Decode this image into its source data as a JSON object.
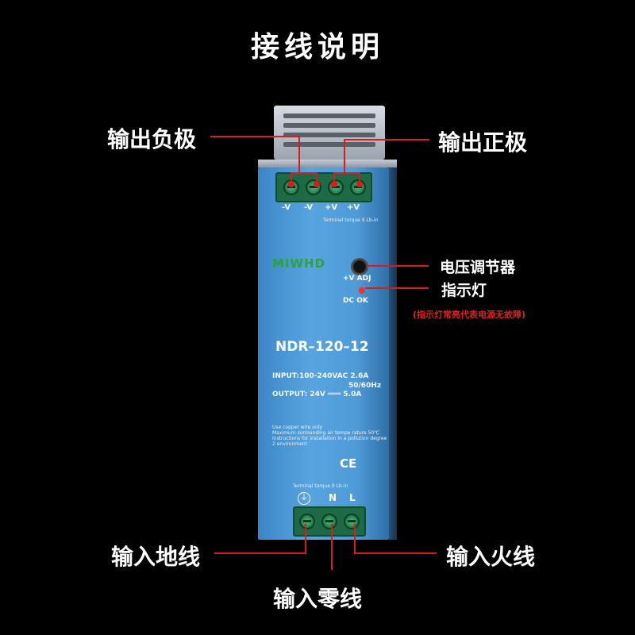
{
  "title": "接线说明",
  "labels": {
    "output_negative": "输出负极",
    "output_positive": "输出正极",
    "voltage_adjust": "电压调节器",
    "indicator": "指示灯",
    "indicator_note": "(指示灯常亮代表电源无故障)",
    "input_ground": "输入地线",
    "input_neutral": "输入零线",
    "input_live": "输入火线"
  },
  "device": {
    "brand": "MIWHD",
    "model": "NDR–120–12",
    "output_terminals": [
      "-V",
      "-V",
      "+V",
      "+V"
    ],
    "terminal_torque_top": "Terminal torque 9 Lb-in",
    "adj_label": "+V ADJ",
    "led_label": "DC OK",
    "input_spec": "INPUT:100-240VAC  2.6A",
    "input_freq": "50/60Hz",
    "output_spec": "OUTPUT:   24V  ═══  5.0A",
    "warning_lines": [
      "Use copper wire only",
      "Maximum surrounding air tempe rature 50℃",
      "Instructions for installation in a pollution degree",
      "2 environment"
    ],
    "ce_mark": "CE",
    "terminal_torque_bottom": "Terminal torque 9 Lb-in",
    "input_terminal_n": "N",
    "input_terminal_l": "L",
    "ground_symbol": "⏚"
  },
  "colors": {
    "background": "#000000",
    "leader_line": "#d91c1c",
    "panel_blue": "#4f9bd8",
    "terminal_green": "#1c6b46",
    "note_red": "#e02020"
  }
}
